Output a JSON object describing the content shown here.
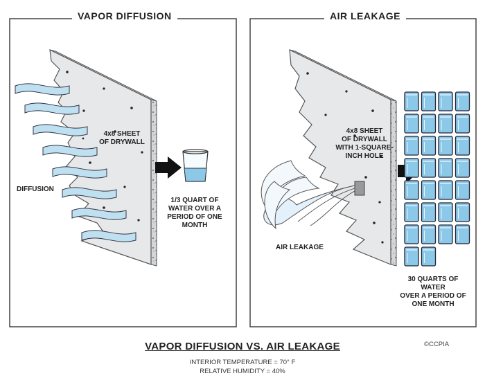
{
  "left_panel": {
    "title": "VAPOR DIFFUSION",
    "wall_label": [
      "4x8 SHEET",
      "OF DRYWALL"
    ],
    "side_label": "DIFFUSION",
    "result_label": [
      "1/3 QUART OF",
      "WATER OVER A",
      "PERIOD OF ONE",
      "MONTH"
    ]
  },
  "right_panel": {
    "title": "AIR LEAKAGE",
    "wall_label": [
      "4x8 SHEET",
      "OF DRYWALL",
      "WITH 1-SQUARE-",
      "INCH HOLE"
    ],
    "side_label": "AIR LEAKAGE",
    "result_label": [
      "30 QUARTS OF WATER",
      "OVER A PERIOD OF",
      "ONE MONTH"
    ],
    "cup_count": 30
  },
  "footer": {
    "title": "VAPOR DIFFUSION VS. AIR LEAKAGE",
    "line1": "INTERIOR TEMPERATURE = 70° F",
    "line2": "RELATIVE HUMIDITY = 40%",
    "copyright": "©CCPIA"
  },
  "colors": {
    "wall_face": "#e6e8e9",
    "wall_edge": "#c9cbcc",
    "vapor": "#bfe0f0",
    "water": "#8cc8e8",
    "arrow": "#111111",
    "frame": "#444444"
  }
}
